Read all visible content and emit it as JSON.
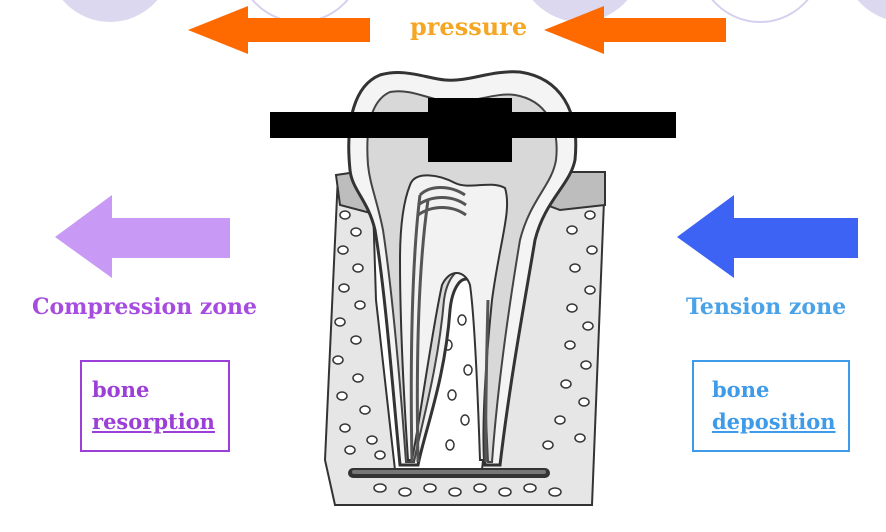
{
  "labels": {
    "pressure": "pressure",
    "compression_zone": "Compression zone",
    "tension_zone": "Tension zone"
  },
  "boxes": {
    "resorption": {
      "line1": "bone",
      "line2": "resorption"
    },
    "deposition": {
      "line1": "bone",
      "line2": "deposition"
    }
  },
  "colors": {
    "pressure_arrow": "#ff6a00",
    "pressure_text": "#f5a623",
    "compression_arrow": "#c99af5",
    "compression_text": "#a64ce0",
    "tension_arrow": "#3d63f5",
    "tension_text": "#4aa3e8",
    "background_circles": "#d9d4ef"
  }
}
